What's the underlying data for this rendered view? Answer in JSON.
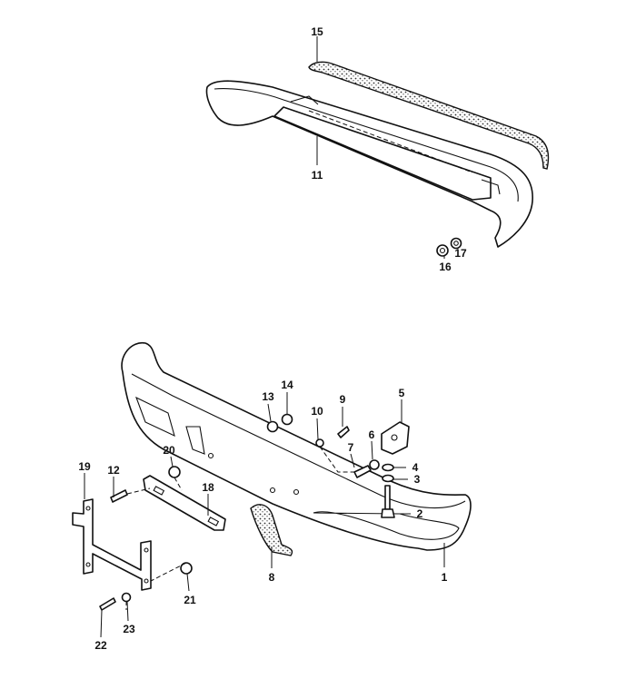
{
  "diagram": {
    "title": "Bumper assembly exploded parts diagram",
    "callouts": {
      "c1": "1",
      "c2": "2",
      "c3": "3",
      "c4": "4",
      "c5": "5",
      "c6": "6",
      "c7": "7",
      "c8": "8",
      "c9": "9",
      "c10": "10",
      "c11": "11",
      "c12": "12",
      "c13": "13",
      "c14": "14",
      "c15": "15",
      "c16": "16",
      "c17": "17",
      "c18": "18",
      "c19": "19",
      "c20": "20",
      "c21": "21",
      "c22": "22",
      "c23": "23"
    }
  }
}
